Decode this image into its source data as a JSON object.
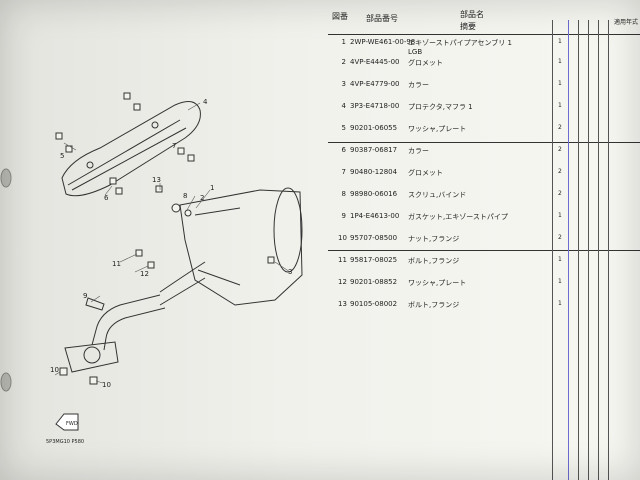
{
  "page": {
    "title_fragment": "",
    "diagram_code": "5P3MG10 P580",
    "fwd_label": "FWD"
  },
  "diagram_callouts": [
    {
      "id": "c1",
      "text": "1"
    },
    {
      "id": "c2",
      "text": "2"
    },
    {
      "id": "c3",
      "text": "3"
    },
    {
      "id": "c4",
      "text": "4"
    },
    {
      "id": "c5",
      "text": "5"
    },
    {
      "id": "c6",
      "text": "6"
    },
    {
      "id": "c7",
      "text": "7"
    },
    {
      "id": "c8",
      "text": "8"
    },
    {
      "id": "c9",
      "text": "9"
    },
    {
      "id": "c10a",
      "text": "10"
    },
    {
      "id": "c10b",
      "text": "10"
    },
    {
      "id": "c11",
      "text": "11"
    },
    {
      "id": "c12",
      "text": "12"
    },
    {
      "id": "c13",
      "text": "13"
    }
  ],
  "table": {
    "headers": {
      "ref": "図番",
      "part_no": "部品番号",
      "name": "部品名",
      "remarks": "摘要",
      "applicable": "適用年式"
    },
    "rows": [
      {
        "no": "1",
        "part_no": "2WP-WE461-00-98",
        "name": "エキゾーストパイプアセンブリ 1",
        "sub": "LGB",
        "qty": "1"
      },
      {
        "no": "2",
        "part_no": "4VP-E4445-00",
        "name": "グロメット",
        "qty": "1"
      },
      {
        "no": "3",
        "part_no": "4VP-E4779-00",
        "name": "カラー",
        "qty": "1"
      },
      {
        "no": "4",
        "part_no": "3P3-E4718-00",
        "name": "プロテクタ,マフラ 1",
        "qty": "1"
      },
      {
        "no": "5",
        "part_no": "90201-06055",
        "name": "ワッシャ,プレート",
        "qty": "2"
      },
      {
        "no": "6",
        "part_no": "90387-06817",
        "name": "カラー",
        "qty": "2"
      },
      {
        "no": "7",
        "part_no": "90480-12804",
        "name": "グロメット",
        "qty": "2"
      },
      {
        "no": "8",
        "part_no": "98980-06016",
        "name": "スクリュ,バインド",
        "qty": "2"
      },
      {
        "no": "9",
        "part_no": "1P4-E4613-00",
        "name": "ガスケット,エキゾーストパイプ",
        "qty": "1"
      },
      {
        "no": "10",
        "part_no": "95707-08500",
        "name": "ナット,フランジ",
        "qty": "2"
      },
      {
        "no": "11",
        "part_no": "95817-08025",
        "name": "ボルト,フランジ",
        "qty": "1"
      },
      {
        "no": "12",
        "part_no": "90201-08852",
        "name": "ワッシャ,プレート",
        "qty": "1"
      },
      {
        "no": "13",
        "part_no": "90105-08002",
        "name": "ボルト,フランジ",
        "qty": "1"
      }
    ]
  }
}
